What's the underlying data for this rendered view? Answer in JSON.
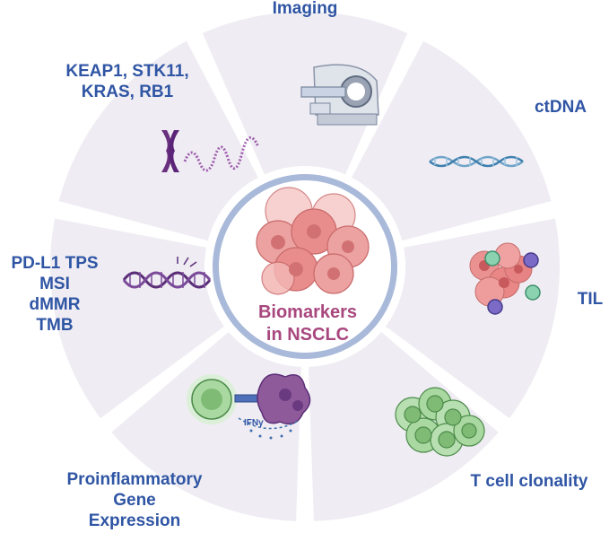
{
  "center": {
    "line1": "Biomarkers",
    "line2": "in NSCLC"
  },
  "labels": {
    "imaging": "Imaging",
    "ctdna": "ctDNA",
    "til": "TIL",
    "tcell": "T cell clonality",
    "proinflammatory": [
      "Proinflammatory",
      "Gene",
      "Expression"
    ],
    "pdl1": [
      "PD-L1 TPS",
      "MSI",
      "dMMR",
      "TMB"
    ],
    "keap1": [
      "KEAP1, STK11,",
      "KRAS, RB1"
    ]
  },
  "inset_text": {
    "ifng": "IFNγ"
  },
  "icons": [
    "ct-scanner-icon",
    "dna-helix-icon",
    "immune-infiltrated-tumor-icon",
    "t-cell-cluster-icon",
    "t-cell-tumor-interaction-icon",
    "dna-damage-icon",
    "chromosome-icon",
    "tumor-cells-icon"
  ],
  "colors": {
    "label": "#2f55a4",
    "center_label": "#a8477e",
    "segment_fill": "#efedf3",
    "center_ring": "#a9b9d9",
    "center_fill": "#ffffff",
    "tumor": "#e6797a",
    "t_cell": "#9ccf94",
    "dna": "#5b2e78"
  }
}
